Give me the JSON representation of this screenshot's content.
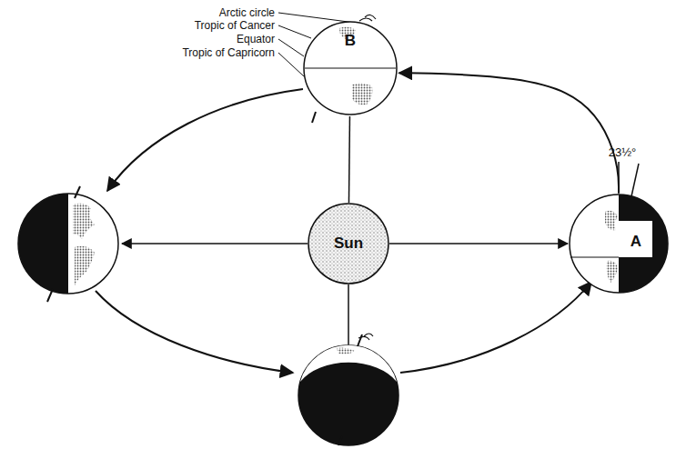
{
  "diagram": {
    "nodes": [
      {
        "text": [
          "B"
        ]
      },
      {
        "text": [
          "Sun"
        ]
      },
      {
        "text": [
          "A"
        ]
      }
    ],
    "edges": [
      {
        "from": 1,
        "to": 2,
        "arrow": "to"
      },
      {
        "from": 1,
        "to": 0,
        "arrow": "none"
      },
      {
        "from": 2,
        "to": 0,
        "arrow": "to"
      }
    ],
    "labels": [
      "Arctic circle",
      "Tropic of Cancer",
      "Equator",
      "Tropic of Capricorn",
      "23½°"
    ]
  }
}
